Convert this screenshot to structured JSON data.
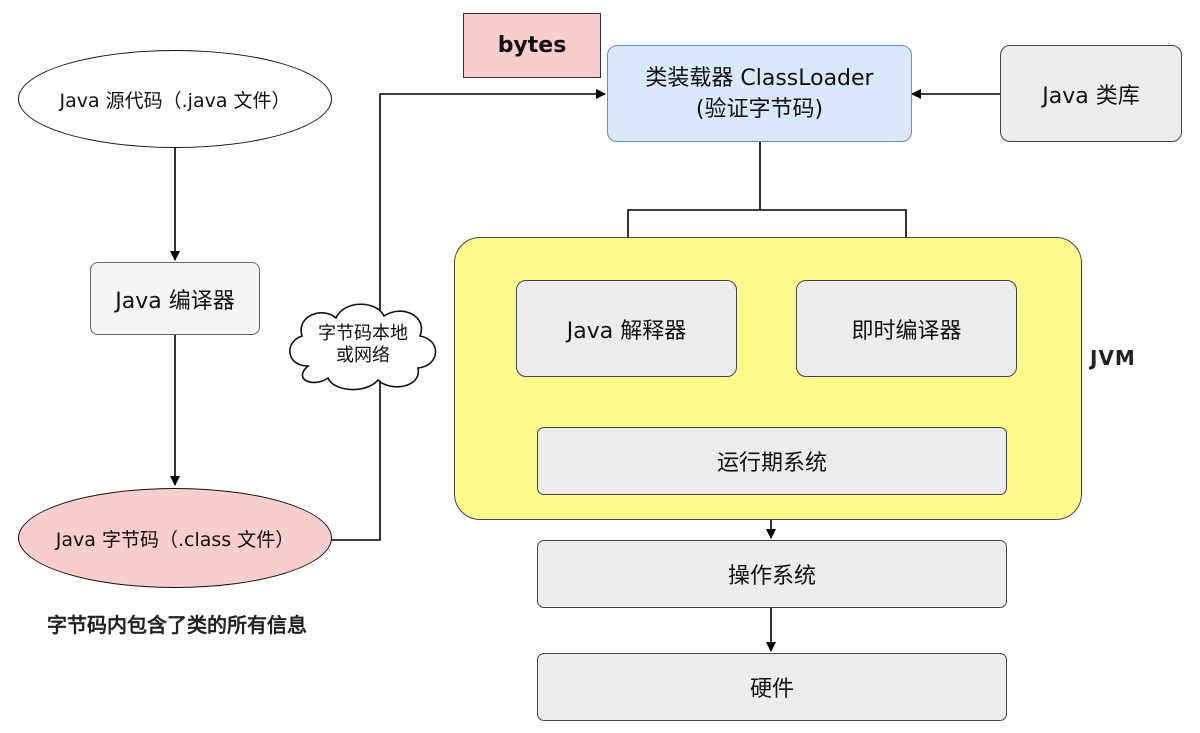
{
  "nodes": {
    "java_source": "Java 源代码（.java 文件）",
    "java_compiler": "Java 编译器",
    "java_bytecode": "Java 字节码（.class 文件）",
    "bytes_tag": "bytes",
    "classloader_line1": "类装载器 ClassLoader",
    "classloader_line2": "(验证字节码)",
    "java_library": "Java 类库",
    "cloud_line1": "字节码本地",
    "cloud_line2": "或网络",
    "interpreter": "Java 解释器",
    "jit_compiler": "即时编译器",
    "runtime_system": "运行期系统",
    "jvm_label": "JVM",
    "operating_system": "操作系统",
    "hardware": "硬件"
  },
  "note": "字节码内包含了类的所有信息",
  "colors": {
    "jvm_bg": "#fdfb8c",
    "classloader_bg": "#dae8fc",
    "bytes_bg": "#f8cecc",
    "bytecode_bg": "#f8cecc"
  }
}
